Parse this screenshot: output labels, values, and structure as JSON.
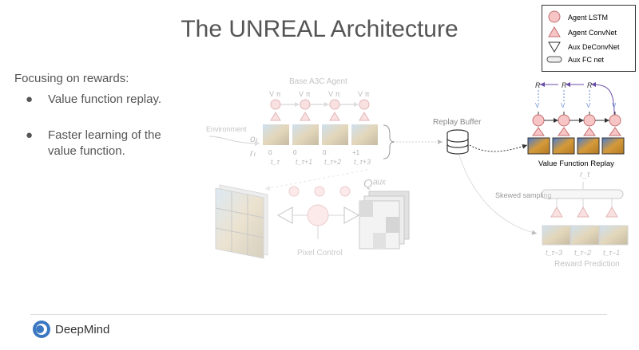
{
  "slide": {
    "title": "The UNREAL Architecture",
    "focus_heading": "Focusing on rewards:",
    "bullets": [
      {
        "marker": "●",
        "text": "Value function replay."
      },
      {
        "marker": "●",
        "text": "Faster learning of the value function."
      }
    ],
    "logo_text": "DeepMind"
  },
  "legend": {
    "items": [
      "Agent LSTM",
      "Agent ConvNet",
      "Aux DeConvNet",
      "Aux FC net"
    ]
  },
  "diagram": {
    "base_agent_label": "Base A3C Agent",
    "environment_label": "Environment",
    "policy_labels": [
      "V π",
      "V π",
      "V π",
      "V π"
    ],
    "observation_symbol": "oₜ",
    "reward_symbol": "rₜ",
    "rewards": [
      "0",
      "0",
      "0",
      "+1"
    ],
    "time_labels": [
      "t_τ",
      "t_τ+1",
      "t_τ+2",
      "t_τ+3"
    ],
    "replay_buffer_label": "Replay Buffer",
    "value_function_replay_label": "Value Function Replay",
    "R_labels": [
      "R",
      "R",
      "R"
    ],
    "V_labels": [
      "V",
      "V",
      "V",
      "V"
    ],
    "q_aux_label": "Qᵃᵘˣ",
    "pixel_control_label": "Pixel Control",
    "skewed_sampling_label": "Skewed sampling",
    "reward_symbol_tau": "r_τ",
    "reward_prediction_times": [
      "t_τ−3",
      "t_τ−2",
      "t_τ−1"
    ],
    "reward_prediction_label": "Reward Prediction"
  },
  "colors": {
    "lstm_fill": "#f7c5c5",
    "lstm_stroke": "#c47070",
    "arrow_blue": "#6a8fd6",
    "arrow_purple": "#6b4ea8",
    "faded": "#bbbbbb"
  }
}
